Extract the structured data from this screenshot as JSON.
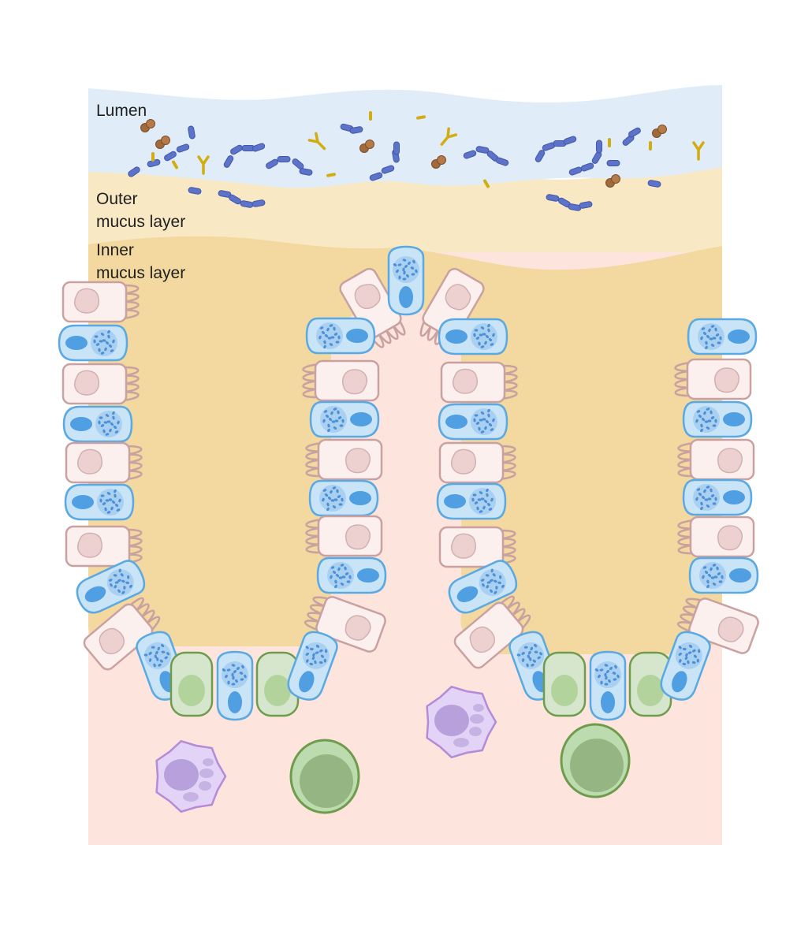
{
  "labels": {
    "lumen": "Lumen",
    "outer_line1": "Outer",
    "outer_line2": "mucus layer",
    "inner_line1": "Inner",
    "inner_line2": "mucus layer"
  },
  "colors": {
    "lumen": "#e0edf8",
    "outer_mucus": "#f8e9c4",
    "inner_mucus": "#f3d89f",
    "tissue": "#fde4dd",
    "enterocyte_fill": "#fcf0ef",
    "enterocyte_stroke": "#c9a1a1",
    "goblet_fill": "#c9e4f7",
    "goblet_stroke": "#5aa9e3",
    "stem_fill": "#d5e6cc",
    "stem_stroke": "#6f9c4c",
    "immune_fill": "#e3d3f7",
    "immune_stroke": "#b48bd6",
    "bacteria_rod": "#5c73c9",
    "bacteria_coccus": "#a06a3c",
    "antibody": "#d1ad12"
  }
}
